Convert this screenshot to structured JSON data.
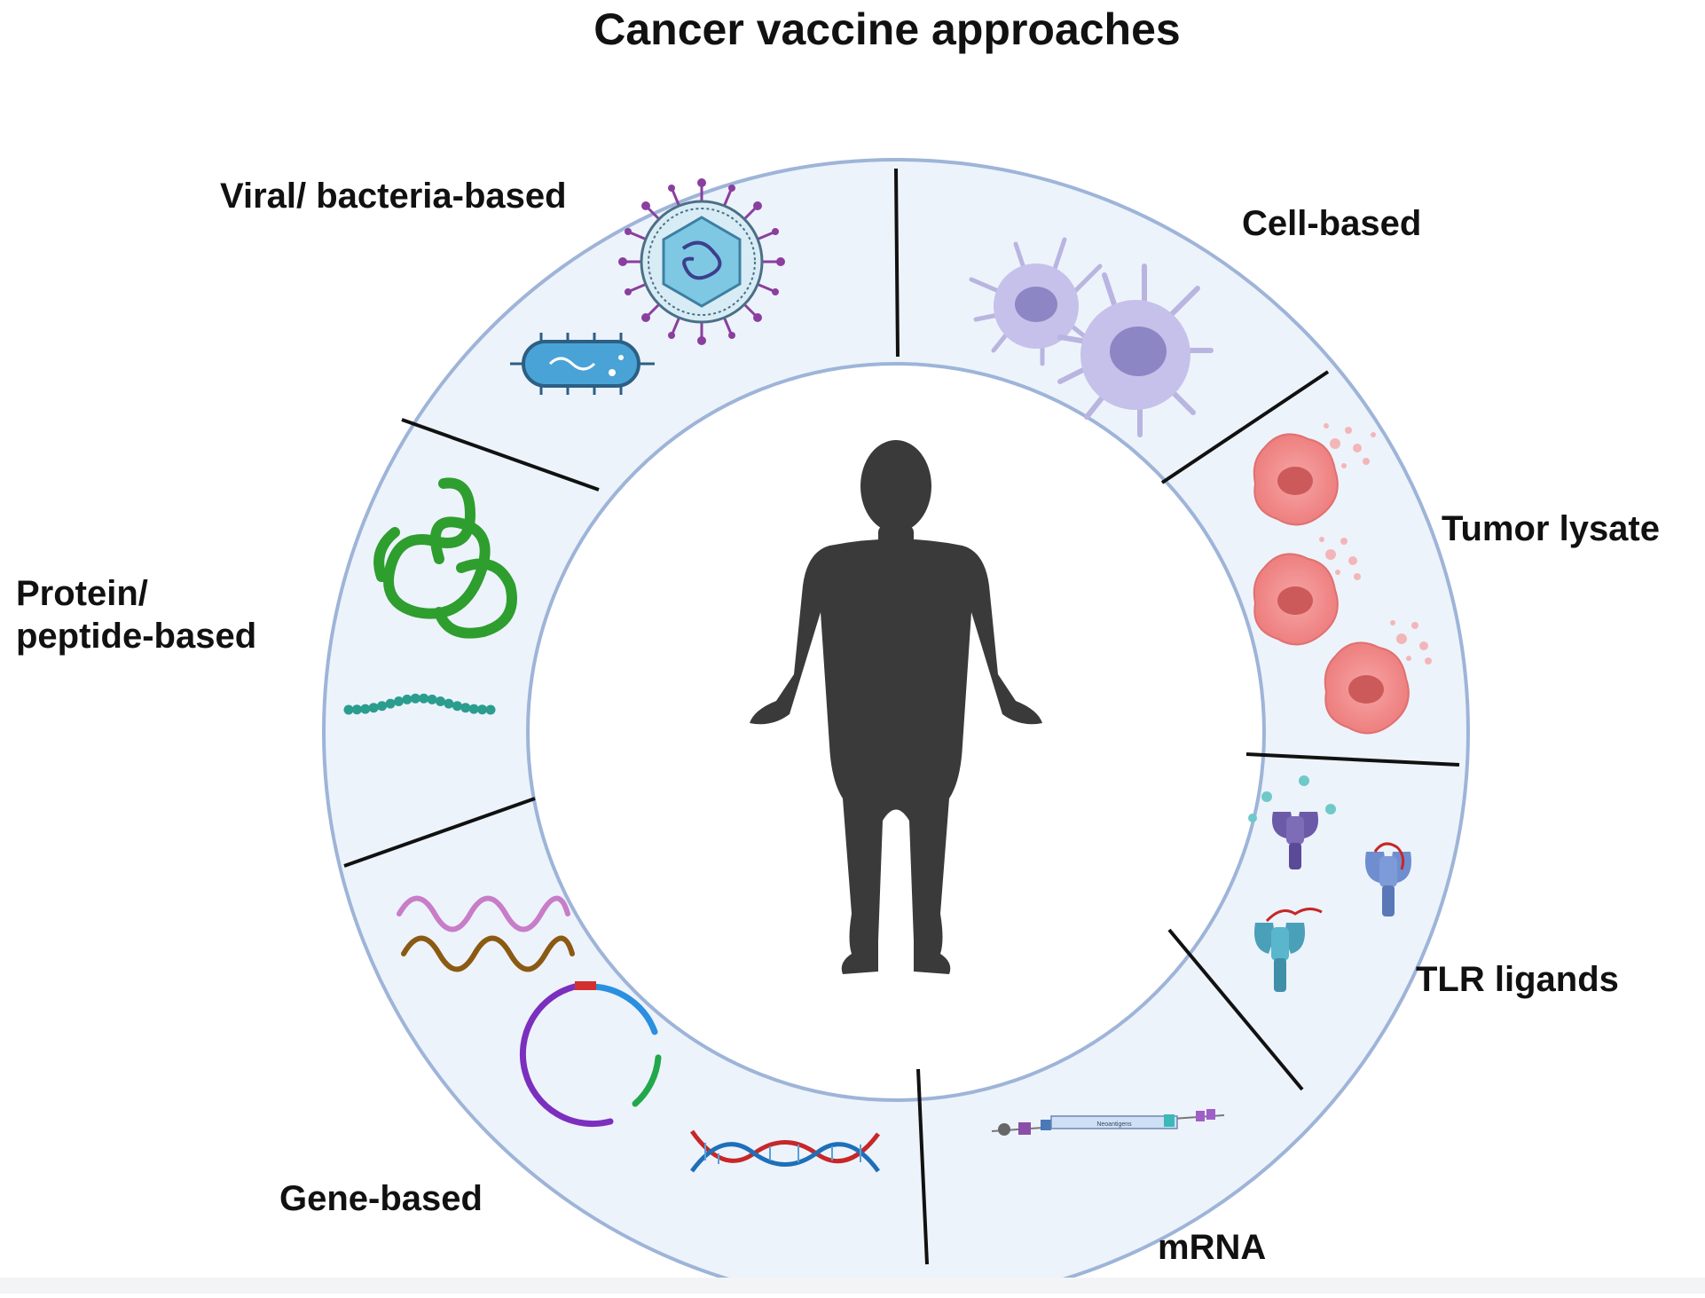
{
  "title": "Cancer vaccine approaches",
  "segments": [
    {
      "id": "viral",
      "label": "Viral/ bacteria-based"
    },
    {
      "id": "cell",
      "label": "Cell-based"
    },
    {
      "id": "tumor",
      "label": "Tumor lysate"
    },
    {
      "id": "tlr",
      "label": "TLR ligands"
    },
    {
      "id": "mrna",
      "label": "mRNA"
    },
    {
      "id": "gene",
      "label": "Gene-based"
    },
    {
      "id": "protein",
      "label_line1": "Protein/",
      "label_line2": "peptide-based"
    }
  ],
  "mrna_construct_text": "Neoantigens",
  "colors": {
    "ring_fill": "#edf3fb",
    "ring_border": "#9eb4d8",
    "divider": "#111111",
    "human": "#3a3a3a",
    "cell": "#b9b4e0",
    "cell_nucleus": "#8d86c4",
    "tumor": "#f28b8b",
    "virus": "#7ec8e3",
    "bacterium": "#4aa3d6",
    "protein": "#2e9e2e",
    "peptide": "#2a9d8f",
    "rna_pink": "#c77dc8",
    "rna_brown": "#8b5a12",
    "dna_red": "#c62828",
    "dna_blue": "#1e6fb8",
    "plasmid_purple": "#7b2fbe"
  }
}
